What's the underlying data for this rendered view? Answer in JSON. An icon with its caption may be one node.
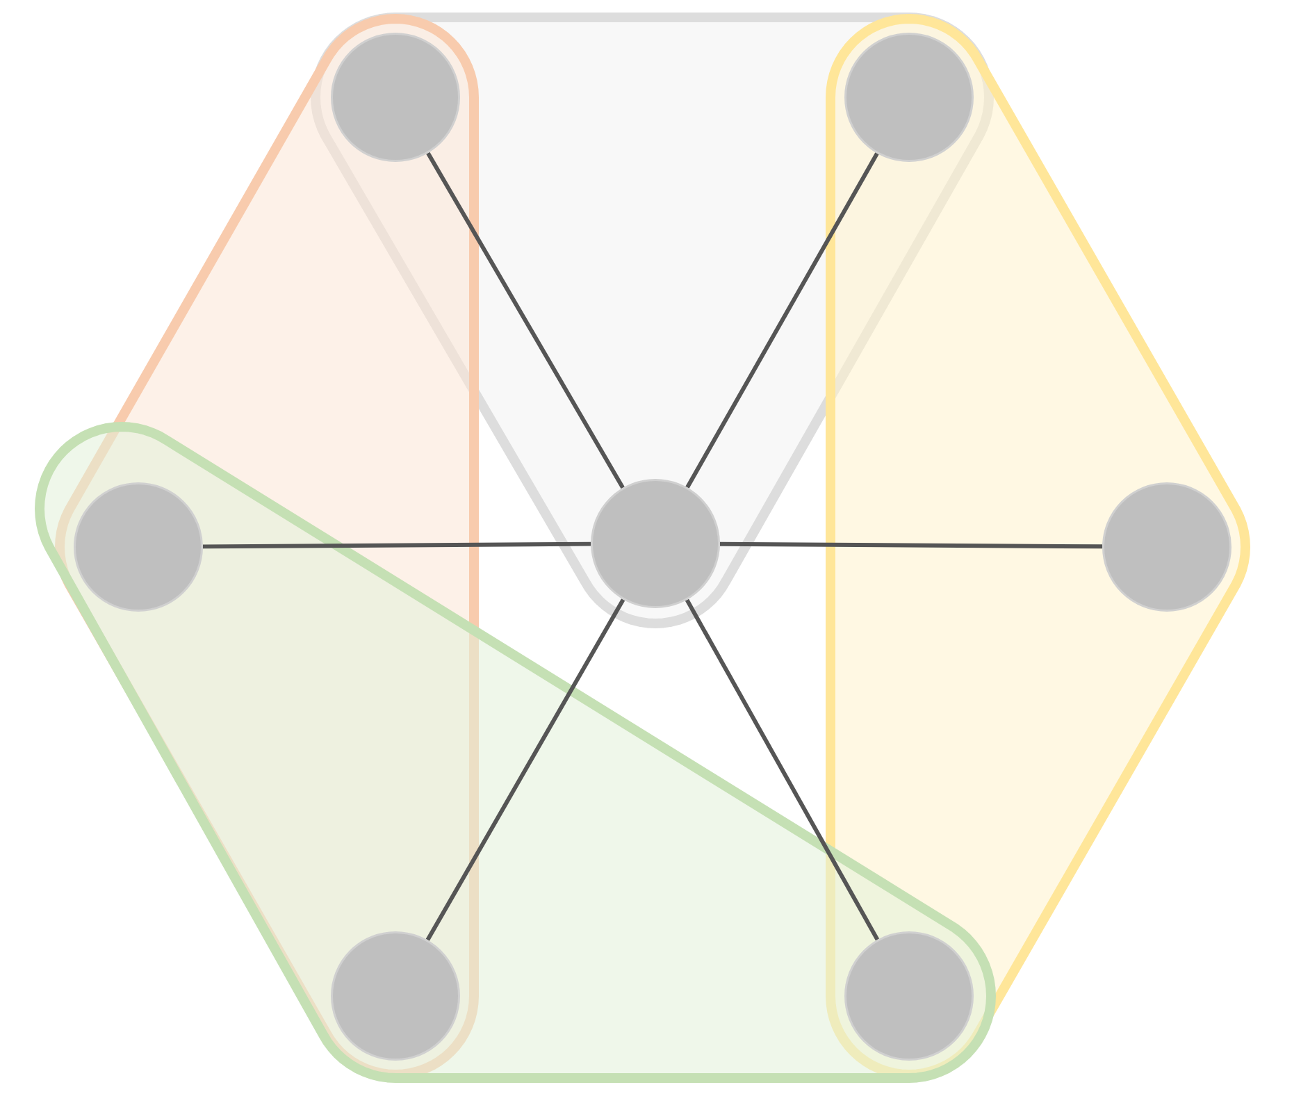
{
  "diagram": {
    "nodes": [
      {
        "text": [],
        "shape": "circle"
      },
      {
        "text": [],
        "shape": "circle"
      },
      {
        "text": [],
        "shape": "circle"
      },
      {
        "text": [],
        "shape": "circle"
      },
      {
        "text": [],
        "shape": "circle"
      },
      {
        "text": [],
        "shape": "circle"
      },
      {
        "text": [],
        "shape": "circle"
      }
    ],
    "edges": [
      {
        "from": 3,
        "to": 0,
        "arrow": "none"
      },
      {
        "from": 3,
        "to": 1,
        "arrow": "none"
      },
      {
        "from": 3,
        "to": 2,
        "arrow": "none"
      },
      {
        "from": 3,
        "to": 4,
        "arrow": "none"
      },
      {
        "from": 3,
        "to": 5,
        "arrow": "none"
      },
      {
        "from": 3,
        "to": 6,
        "arrow": "none"
      }
    ]
  }
}
